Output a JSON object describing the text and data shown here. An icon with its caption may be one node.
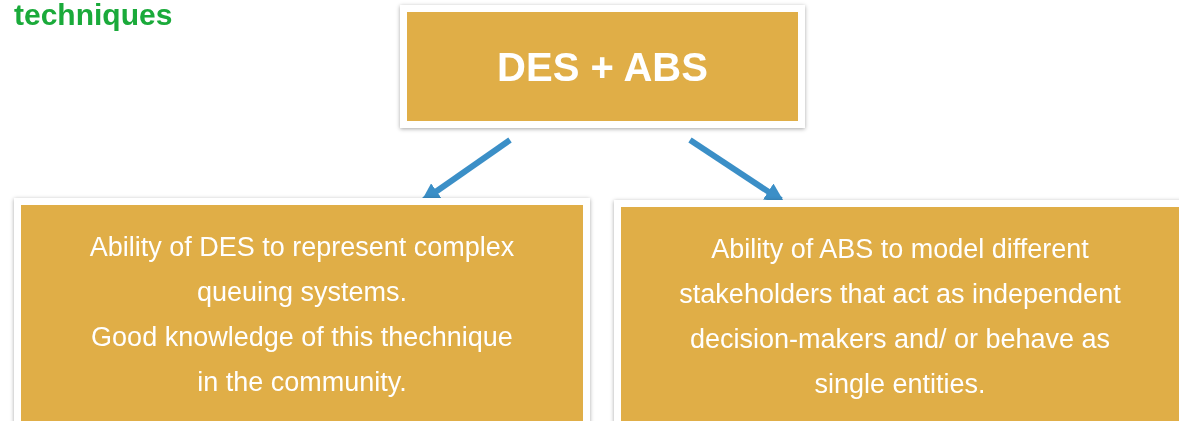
{
  "diagram": {
    "title": "techniques",
    "nodes": [
      {
        "text": [
          "DES + ABS"
        ]
      },
      {
        "text": [
          "Ability of DES to represent complex queuing systems.",
          "Good knowledge of this thechnique in the community."
        ]
      },
      {
        "text": [
          "Ability of ABS to model different stakeholders that act as independent decision-makers and/ or behave as single entities."
        ]
      }
    ],
    "edges": [
      {
        "from": 0,
        "to": 1,
        "arrow": "to"
      },
      {
        "from": 0,
        "to": 2,
        "arrow": "to"
      }
    ]
  }
}
